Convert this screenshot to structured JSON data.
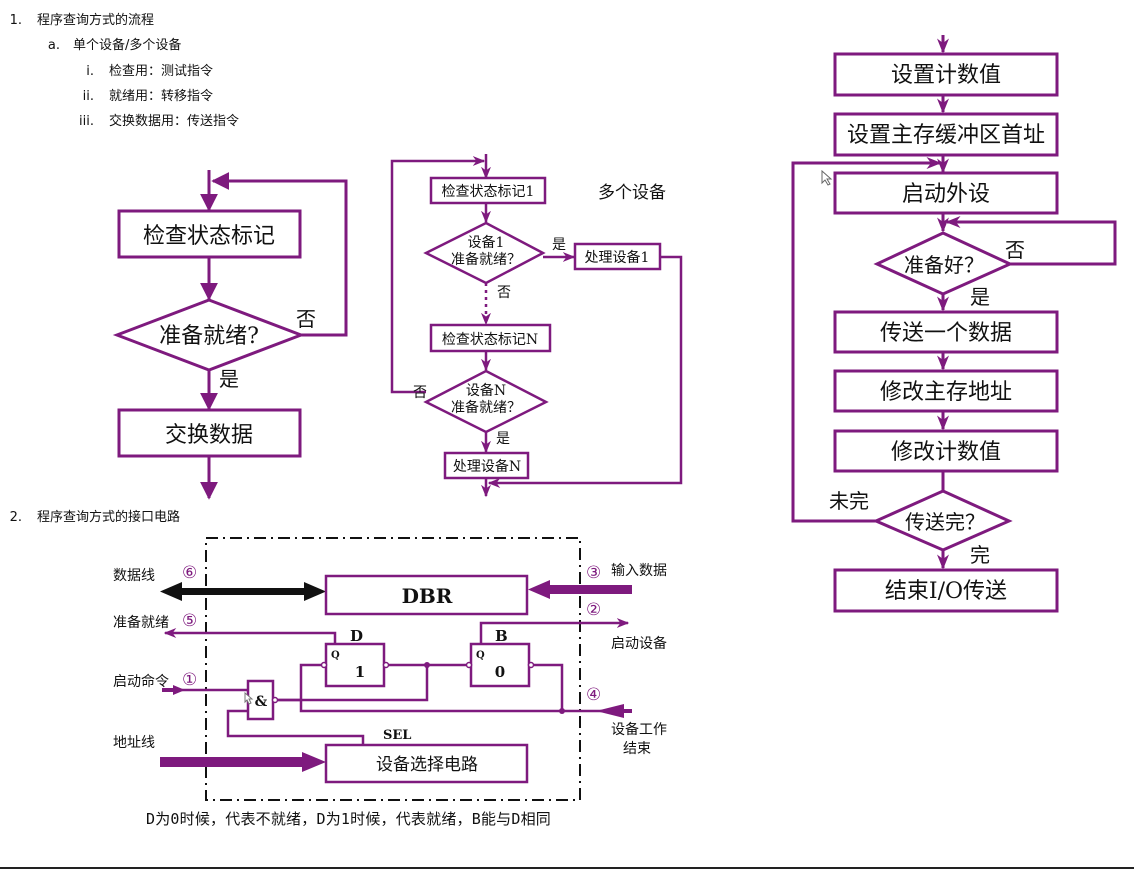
{
  "document": {
    "outline": [
      {
        "marker": "1.",
        "text": "程序查询方式的流程",
        "level": 1
      },
      {
        "marker": "a.",
        "text": "单个设备/多个设备",
        "level": 2
      },
      {
        "marker": "i.",
        "text": "检查用：测试指令",
        "level": 3
      },
      {
        "marker": "ii.",
        "text": "就绪用：转移指令",
        "level": 3
      },
      {
        "marker": "iii.",
        "text": "交换数据用：传送指令",
        "level": 3
      },
      {
        "marker": "2.",
        "text": "程序查询方式的接口电路",
        "level": 1
      }
    ],
    "caption": "D为0时候，代表不就绪，D为1时候，代表就绪，B能与D相同"
  },
  "colors": {
    "accent": "#7e1a7e",
    "line_dark": "#111111"
  },
  "single_device_flow": {
    "check": "检查状态标记",
    "decision": "准备就绪?",
    "no": "否",
    "yes": "是",
    "exchange": "交换数据"
  },
  "multi_device_flow": {
    "title": "多个设备",
    "check1": "检查状态标记1",
    "decision1_line1": "设备1",
    "decision1_line2": "准备就绪？",
    "yes1": "是",
    "no1": "否",
    "process1": "处理设备1",
    "checkN": "检查状态标记N",
    "decisionN_line1": "设备N",
    "decisionN_line2": "准备就绪？",
    "noN": "否",
    "yesN": "是",
    "processN": "处理设备N"
  },
  "io_flow": {
    "set_count": "设置计数值",
    "set_buffer": "设置主存缓冲区首址",
    "start_device": "启动外设",
    "ready_q": "准备好？",
    "ready_no": "否",
    "ready_yes": "是",
    "send_one": "传送一个数据",
    "modify_addr": "修改主存地址",
    "modify_count": "修改计数值",
    "done_q": "传送完？",
    "not_done": "未完",
    "done": "完",
    "end": "结束I/O传送"
  },
  "interface_circuit": {
    "data_line": "数据线",
    "n6": "⑥",
    "ready": "准备就绪",
    "n5": "⑤",
    "start_cmd": "启动命令",
    "n1": "①",
    "addr_line": "地址线",
    "dbr": "DBR",
    "n3": "③",
    "input_data": "输入数据",
    "n2": "②",
    "start_device": "启动设备",
    "n4": "④",
    "dev_done_1": "设备工作",
    "dev_done_2": "结束",
    "ff_d_label": "D",
    "ff_d_q": "Q",
    "ff_d_val": "1",
    "ff_b_label": "B",
    "ff_b_q": "Q",
    "ff_b_val": "0",
    "and_gate": "&",
    "sel": "SEL",
    "dev_select": "设备选择电路"
  }
}
